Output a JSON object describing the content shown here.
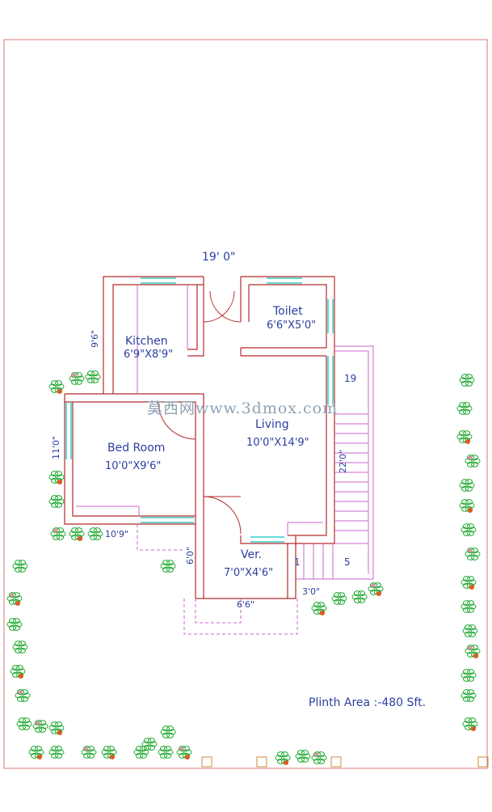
{
  "rooms": {
    "kitchen": {
      "name": "Kitchen",
      "size": "6'9\"X8'9\""
    },
    "toilet": {
      "name": "Toilet",
      "size": "6'6\"X5'0\""
    },
    "living": {
      "name": "Living",
      "size": "10'0\"X14'9\""
    },
    "bedroom": {
      "name": "Bed Room",
      "size": "10'0\"X9'6\""
    },
    "verandah": {
      "name": "Ver.",
      "size": "7'0\"X4'6\""
    }
  },
  "dimensions": {
    "top_width": "19' 0\"",
    "kitchen_side": "9'6\"",
    "bedroom_side": "11'0\"",
    "bedroom_bottom": "10'9\"",
    "ver_side": "6'0\"",
    "ver_bottom": "6'6\"",
    "step_width": "3'0\"",
    "stair_length": "22'0\"",
    "stair_top": "19",
    "stair_bottom_left": "1",
    "stair_bottom_right": "5"
  },
  "plinth_area": "Plinth Area :-480 Sft.",
  "watermark": "莫西网www.3dmox.com",
  "colors": {
    "wall": "#b52a2a",
    "text": "#2c3e9e",
    "window": "#33cccc",
    "furniture": "#cc55cc",
    "plant": "#22aa33"
  }
}
